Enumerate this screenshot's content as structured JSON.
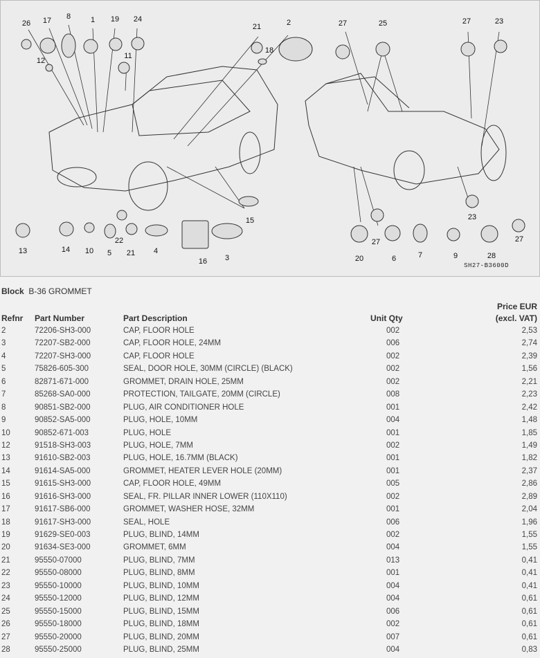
{
  "diagram": {
    "code": "SH27-B3600D",
    "callouts": [
      "26",
      "17",
      "8",
      "1",
      "19",
      "24",
      "11",
      "12",
      "21",
      "18",
      "2",
      "13",
      "14",
      "10",
      "5",
      "22",
      "21",
      "4",
      "16",
      "3",
      "15",
      "27",
      "25",
      "27",
      "23",
      "23",
      "27",
      "20",
      "6",
      "7",
      "9",
      "28",
      "27"
    ]
  },
  "block": {
    "label": "Block",
    "value": "B-36 GROMMET"
  },
  "table": {
    "headers": {
      "refnr": "Refnr",
      "part_number": "Part Number",
      "description": "Part Description",
      "qty": "Unit Qty",
      "price_line1": "Price EUR",
      "price_line2": "(excl. VAT)"
    },
    "rows": [
      [
        "2",
        "72206-SH3-000",
        "CAP, FLOOR HOLE",
        "002",
        "2,53"
      ],
      [
        "3",
        "72207-SB2-000",
        "CAP, FLOOR HOLE, 24MM",
        "006",
        "2,74"
      ],
      [
        "4",
        "72207-SH3-000",
        "CAP, FLOOR HOLE",
        "002",
        "2,39"
      ],
      [
        "5",
        "75826-605-300",
        "SEAL, DOOR HOLE, 30MM (CIRCLE) (BLACK)",
        "002",
        "1,56"
      ],
      [
        "6",
        "82871-671-000",
        "GROMMET, DRAIN HOLE, 25MM",
        "002",
        "2,21"
      ],
      [
        "7",
        "85268-SA0-000",
        "PROTECTION, TAILGATE, 20MM (CIRCLE)",
        "008",
        "2,23"
      ],
      [
        "8",
        "90851-SB2-000",
        "PLUG, AIR CONDITIONER HOLE",
        "001",
        "2,42"
      ],
      [
        "9",
        "90852-SA5-000",
        "PLUG, HOLE, 10MM",
        "004",
        "1,48"
      ],
      [
        "10",
        "90852-671-003",
        "PLUG, HOLE",
        "001",
        "1,85"
      ],
      [
        "12",
        "91518-SH3-003",
        "PLUG, HOLE, 7MM",
        "002",
        "1,49"
      ],
      [
        "13",
        "91610-SB2-003",
        "PLUG, HOLE, 16.7MM (BLACK)",
        "001",
        "1,82"
      ],
      [
        "14",
        "91614-SA5-000",
        "GROMMET, HEATER LEVER HOLE (20MM)",
        "001",
        "2,37"
      ],
      [
        "15",
        "91615-SH3-000",
        "CAP, FLOOR HOLE, 49MM",
        "005",
        "2,86"
      ],
      [
        "16",
        "91616-SH3-000",
        "SEAL, FR. PILLAR INNER LOWER (110X110)",
        "002",
        "2,89"
      ],
      [
        "17",
        "91617-SB6-000",
        "GROMMET, WASHER HOSE, 32MM",
        "001",
        "2,04"
      ],
      [
        "18",
        "91617-SH3-000",
        "SEAL, HOLE",
        "006",
        "1,96"
      ],
      [
        "19",
        "91629-SE0-003",
        "PLUG, BLIND, 14MM",
        "002",
        "1,55"
      ],
      [
        "20",
        "91634-SE3-000",
        "GROMMET, 6MM",
        "004",
        "1,55"
      ],
      [
        "21",
        "95550-07000",
        "PLUG, BLIND, 7MM",
        "013",
        "0,41"
      ],
      [
        "22",
        "95550-08000",
        "PLUG, BLIND, 8MM",
        "001",
        "0,41"
      ],
      [
        "23",
        "95550-10000",
        "PLUG, BLIND, 10MM",
        "004",
        "0,41"
      ],
      [
        "24",
        "95550-12000",
        "PLUG, BLIND, 12MM",
        "004",
        "0,61"
      ],
      [
        "25",
        "95550-15000",
        "PLUG, BLIND, 15MM",
        "006",
        "0,61"
      ],
      [
        "26",
        "95550-18000",
        "PLUG, BLIND, 18MM",
        "002",
        "0,61"
      ],
      [
        "27",
        "95550-20000",
        "PLUG, BLIND, 20MM",
        "007",
        "0,61"
      ],
      [
        "28",
        "95550-25000",
        "PLUG, BLIND, 25MM",
        "004",
        "0,83"
      ]
    ]
  }
}
